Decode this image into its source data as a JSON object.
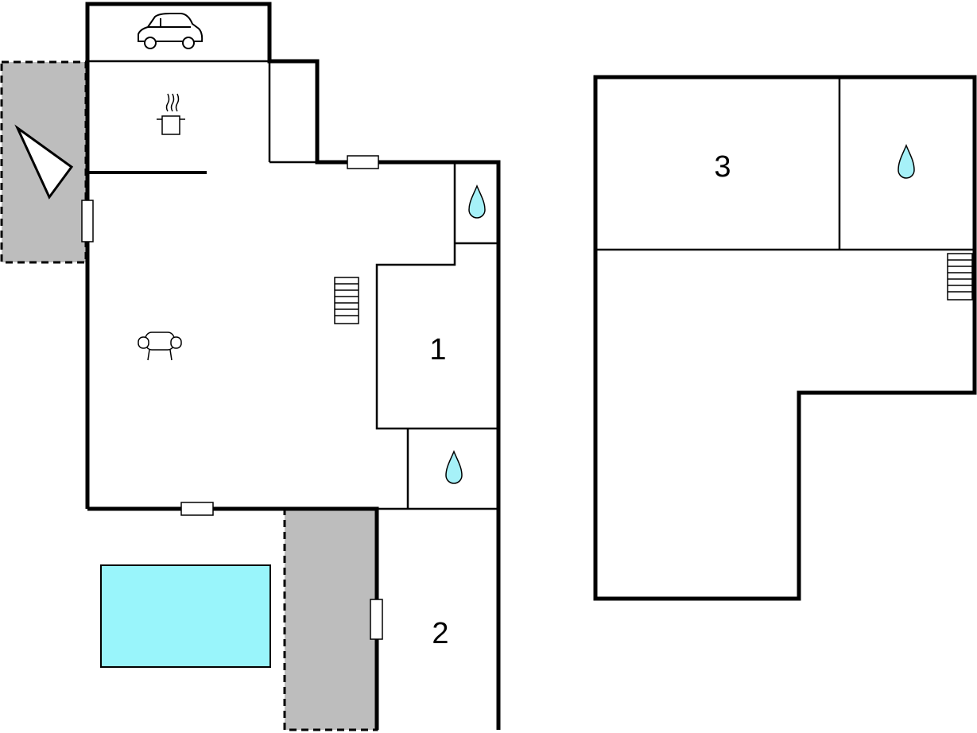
{
  "colors": {
    "background": "#ffffff",
    "wall": "#000000",
    "terrace": "#bdbdbd",
    "pool": "#99f5fb",
    "water": "#a6f1f8",
    "line": "#000000"
  },
  "ground_floor": {
    "rooms": [
      {
        "id": "bedroom-1",
        "label": "1"
      },
      {
        "id": "bedroom-2",
        "label": "2"
      }
    ],
    "icons": [
      "car-icon",
      "cooking-pot-icon",
      "armchair-icon",
      "stairs-icon",
      "water-drop-icon",
      "water-drop-icon",
      "compass-arrow-icon"
    ],
    "features": [
      "terrace",
      "terrace",
      "pool"
    ]
  },
  "upper_floor": {
    "rooms": [
      {
        "id": "bedroom-3",
        "label": "3"
      }
    ],
    "icons": [
      "water-drop-icon",
      "stairs-icon"
    ]
  }
}
